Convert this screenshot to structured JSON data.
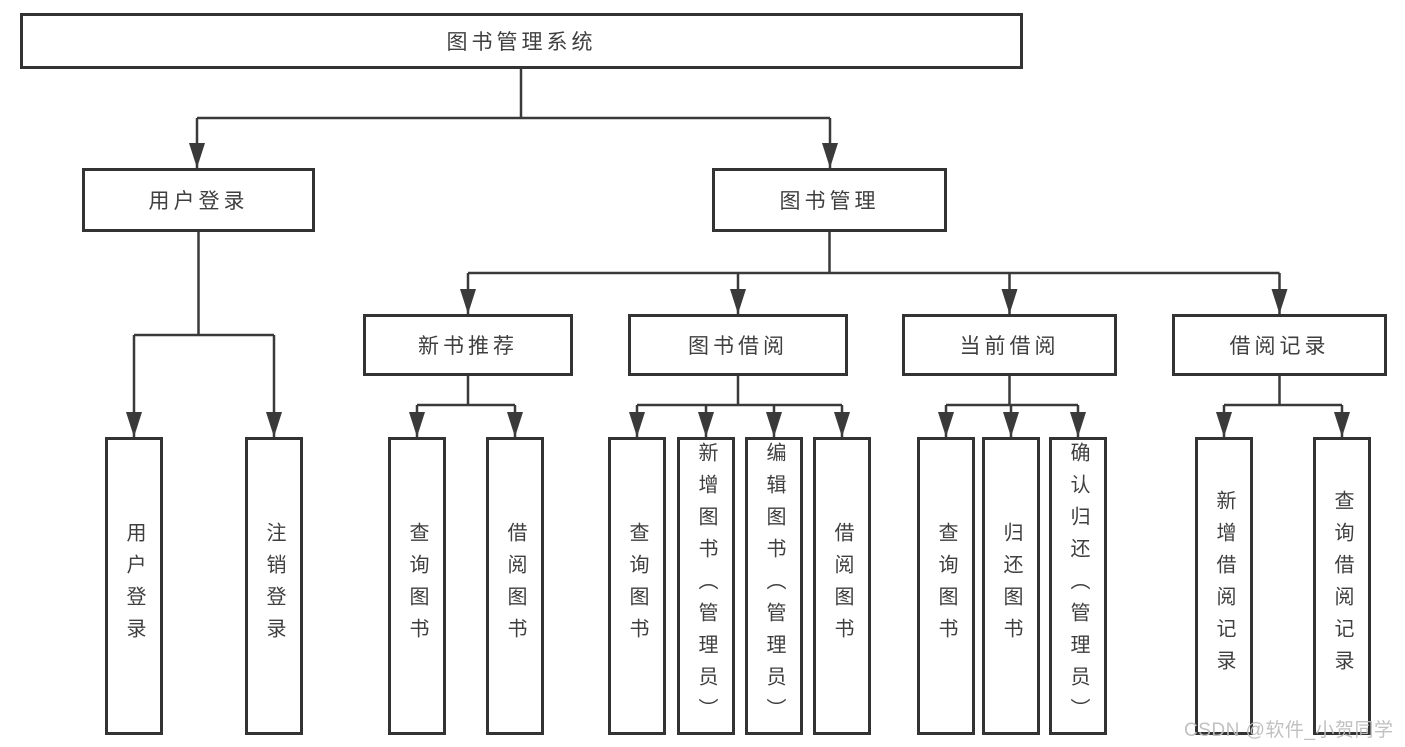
{
  "diagram": {
    "type": "hierarchy",
    "root": {
      "label": "图书管理系统"
    },
    "branches": [
      {
        "label": "用户登录",
        "children": [
          {
            "label": "用户登录"
          },
          {
            "label": "注销登录"
          }
        ]
      },
      {
        "label": "图书管理",
        "children": [
          {
            "label": "新书推荐",
            "children": [
              {
                "label": "查询图书"
              },
              {
                "label": "借阅图书"
              }
            ]
          },
          {
            "label": "图书借阅",
            "children": [
              {
                "label": "查询图书"
              },
              {
                "label": "新增图书（管理员）"
              },
              {
                "label": "编辑图书（管理员）"
              },
              {
                "label": "借阅图书"
              }
            ]
          },
          {
            "label": "当前借阅",
            "children": [
              {
                "label": "查询图书"
              },
              {
                "label": "归还图书"
              },
              {
                "label": "确认归还（管理员）"
              }
            ]
          },
          {
            "label": "借阅记录",
            "children": [
              {
                "label": "新增借阅记录"
              },
              {
                "label": "查询借阅记录"
              }
            ]
          }
        ]
      }
    ]
  },
  "colors": {
    "line": "#3a3a3a",
    "box_border": "#333333",
    "box_fill": "#ffffff",
    "text": "#3f3f3f",
    "watermark": "#bebebe"
  },
  "watermark": "CSDN @软件_小贺同学"
}
